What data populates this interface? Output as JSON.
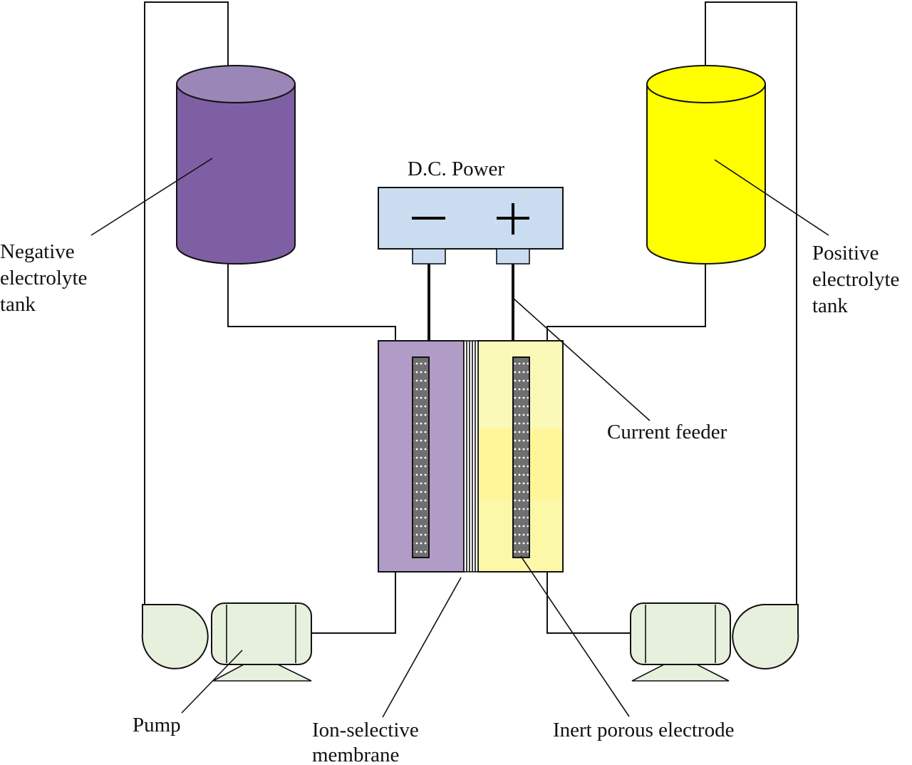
{
  "labels": {
    "dc_power": "D.C. Power",
    "minus": "−",
    "plus": "+",
    "negative_tank_line1": "Negative",
    "negative_tank_line2": "electrolyte",
    "negative_tank_line3": "tank",
    "positive_tank_line1": "Positive",
    "positive_tank_line2": "electrolyte",
    "positive_tank_line3": "tank",
    "current_feeder": "Current feeder",
    "pump": "Pump",
    "membrane_line1": "Ion-selective",
    "membrane_line2": "membrane",
    "electrode": "Inert porous electrode"
  },
  "colors": {
    "negative_tank": "#7f5fa3",
    "negative_tank_top": "#9b86b8",
    "positive_tank": "#ffff00",
    "power_box": "#c9dcf0",
    "cell_negative": "#b09cc6",
    "cell_positive": "#fbf8a8",
    "pump": "#e6f0dc",
    "electrode": "#6f6f6f"
  }
}
